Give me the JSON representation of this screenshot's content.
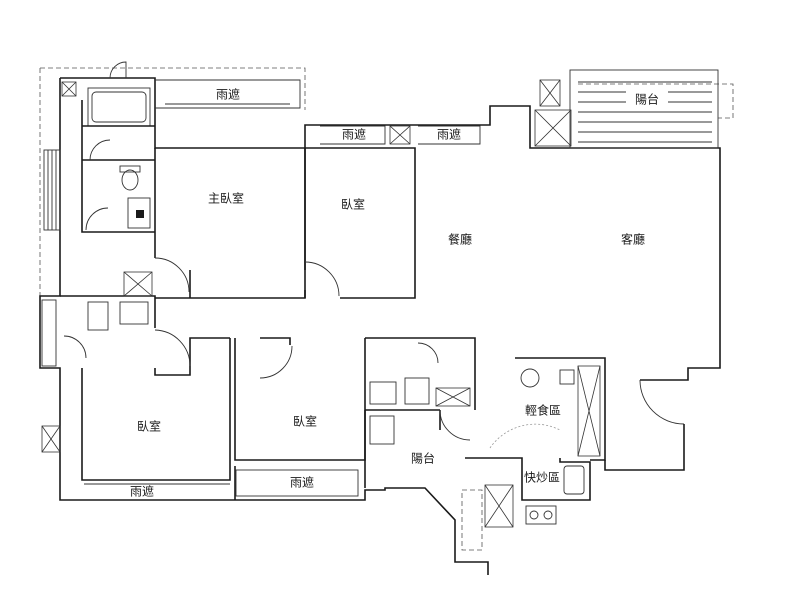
{
  "rooms": {
    "master_bedroom": "主臥室",
    "bedroom_top": "臥室",
    "dining": "餐廳",
    "living": "客廳",
    "balcony_top": "陽台",
    "bedroom_left": "臥室",
    "bedroom_mid": "臥室",
    "balcony_mid": "陽台",
    "light_kitchen": "輕食區",
    "wok_kitchen": "快炒區"
  },
  "canopies": {
    "top_master": "雨遮",
    "top_bedroom": "雨遮",
    "top_dining": "雨遮",
    "bottom_left": "雨遮",
    "bottom_mid": "雨遮"
  }
}
